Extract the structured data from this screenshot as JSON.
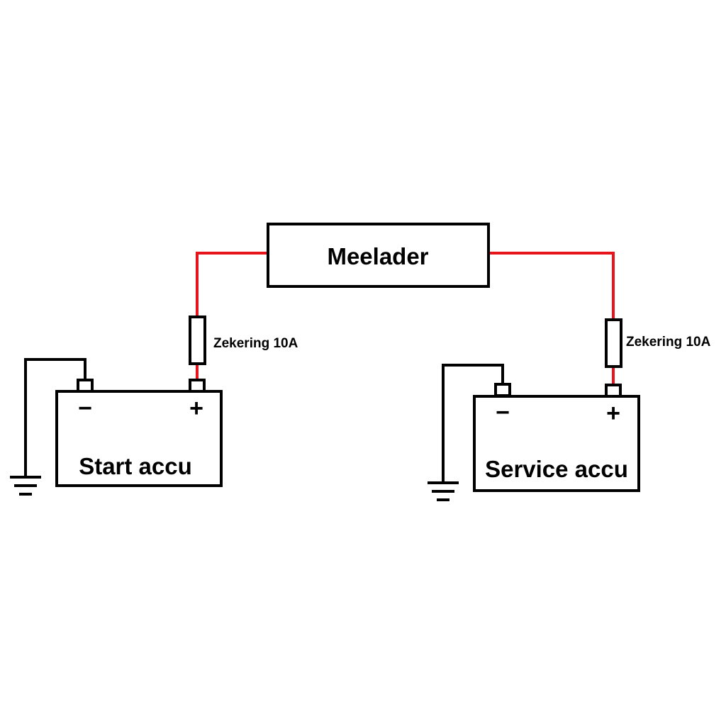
{
  "colors": {
    "positive_wire": "#e8141c",
    "negative_wire": "#000000",
    "outline": "#000000",
    "background": "#ffffff"
  },
  "charger": {
    "label": "Meelader"
  },
  "fuses": {
    "left": {
      "label": "Zekering 10A"
    },
    "right": {
      "label": "Zekering 10A"
    }
  },
  "batteries": {
    "start": {
      "label": "Start accu",
      "minus_sign": "−",
      "plus_sign": "+"
    },
    "service": {
      "label": "Service accu",
      "minus_sign": "−",
      "plus_sign": "+"
    }
  },
  "icons": {
    "ground_left": "ground-icon",
    "ground_right": "ground-icon"
  }
}
